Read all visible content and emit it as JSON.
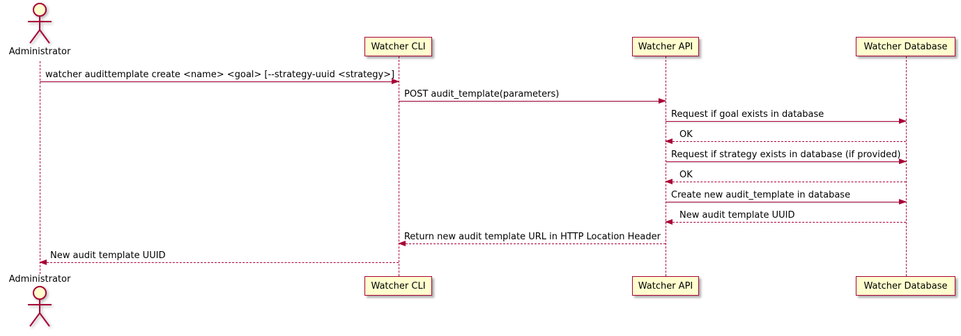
{
  "diagram": {
    "type": "sequence",
    "colors": {
      "participant_fill": "#FEFECE",
      "line_stroke": "#A80036",
      "text": "#000000"
    },
    "actor": {
      "name": "Administrator"
    },
    "participants": [
      {
        "name": "Watcher CLI"
      },
      {
        "name": "Watcher API"
      },
      {
        "name": "Watcher Database"
      }
    ],
    "messages": [
      {
        "from": "Administrator",
        "to": "Watcher CLI",
        "label": "watcher audittemplate create <name> <goal> [--strategy-uuid <strategy>]",
        "line": "solid"
      },
      {
        "from": "Watcher CLI",
        "to": "Watcher API",
        "label": "POST audit_template(parameters)",
        "line": "solid"
      },
      {
        "from": "Watcher API",
        "to": "Watcher Database",
        "label": "Request if goal exists in database",
        "line": "solid"
      },
      {
        "from": "Watcher Database",
        "to": "Watcher API",
        "label": "OK",
        "line": "dashed"
      },
      {
        "from": "Watcher API",
        "to": "Watcher Database",
        "label": "Request if strategy exists in database (if provided)",
        "line": "solid"
      },
      {
        "from": "Watcher Database",
        "to": "Watcher API",
        "label": "OK",
        "line": "dashed"
      },
      {
        "from": "Watcher API",
        "to": "Watcher Database",
        "label": "Create new audit_template in database",
        "line": "solid"
      },
      {
        "from": "Watcher Database",
        "to": "Watcher API",
        "label": "New audit template UUID",
        "line": "dashed"
      },
      {
        "from": "Watcher API",
        "to": "Watcher CLI",
        "label": "Return new audit template URL in HTTP Location Header",
        "line": "dashed"
      },
      {
        "from": "Watcher CLI",
        "to": "Administrator",
        "label": "New audit template UUID",
        "line": "dashed"
      }
    ]
  }
}
